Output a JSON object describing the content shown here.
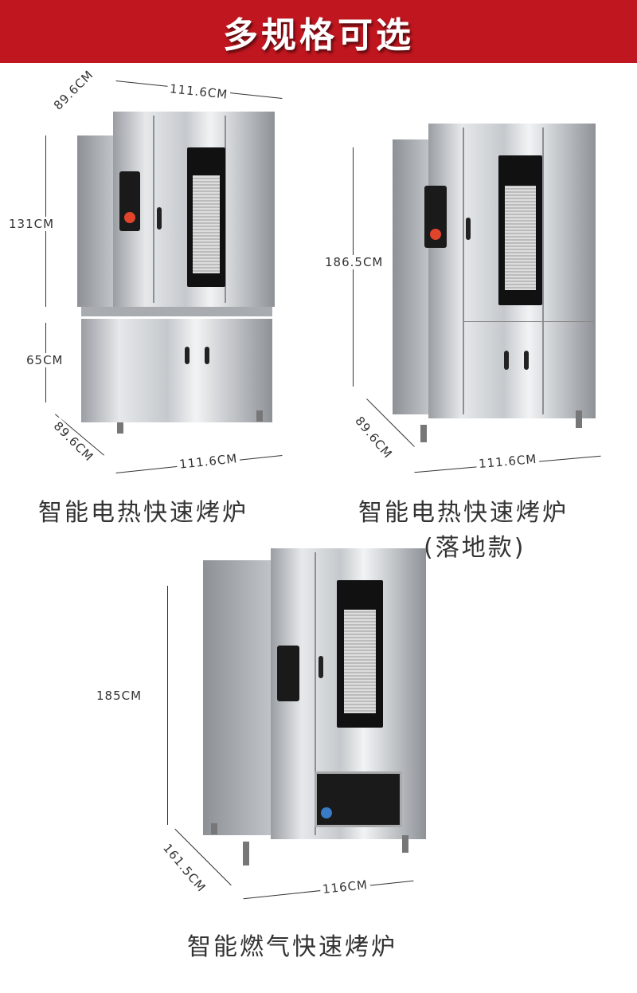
{
  "header": {
    "title": "多规格可选"
  },
  "products": [
    {
      "name": "智能电热快速烤炉",
      "dims": {
        "depth_top": "89.6CM",
        "width_top": "111.6CM",
        "height_oven": "131CM",
        "height_base": "65CM",
        "depth_bottom": "89.6CM",
        "width_bottom": "111.6CM"
      }
    },
    {
      "name": "智能电热快速烤炉",
      "subname": "(落地款)",
      "dims": {
        "height": "186.5CM",
        "depth": "89.6CM",
        "width": "111.6CM"
      }
    },
    {
      "name": "智能燃气快速烤炉",
      "dims": {
        "height": "185CM",
        "depth": "161.5CM",
        "width": "116CM"
      }
    }
  ],
  "colors": {
    "header": "#c0161f",
    "accent": "#e0452c"
  }
}
